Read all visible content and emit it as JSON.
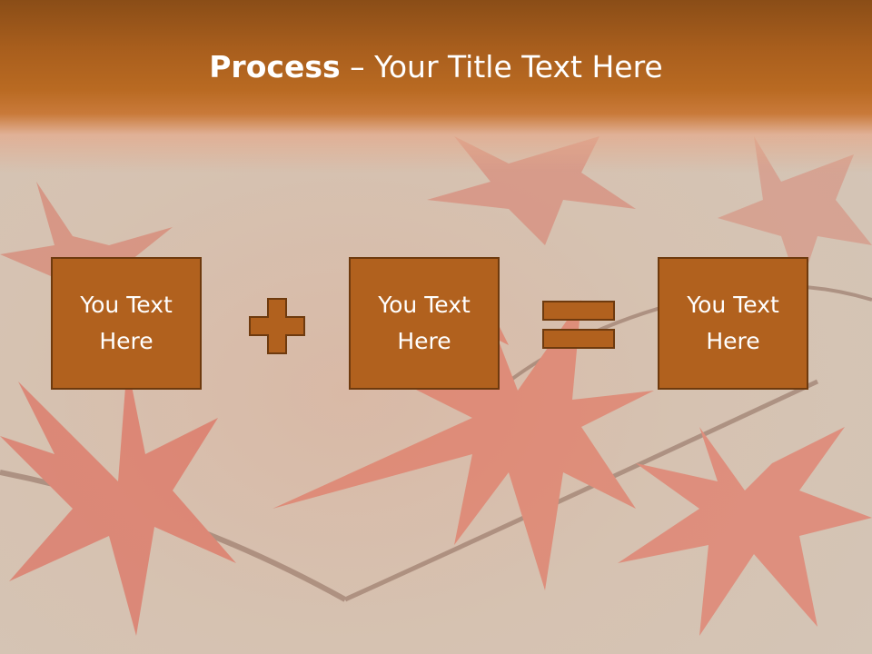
{
  "title": {
    "bold": "Process",
    "rest": " – Your Title Text Here"
  },
  "boxes": [
    {
      "text": "You Text\nHere"
    },
    {
      "text": "You Text\nHere"
    },
    {
      "text": "You Text\nHere"
    }
  ],
  "operators": [
    "plus-icon",
    "equals-icon"
  ],
  "colors": {
    "header_dark": "#8a4d17",
    "header_mid": "#b96a22",
    "box_fill": "#b1611e",
    "box_border": "#6e3a0e",
    "leaf": "#e06a55"
  }
}
